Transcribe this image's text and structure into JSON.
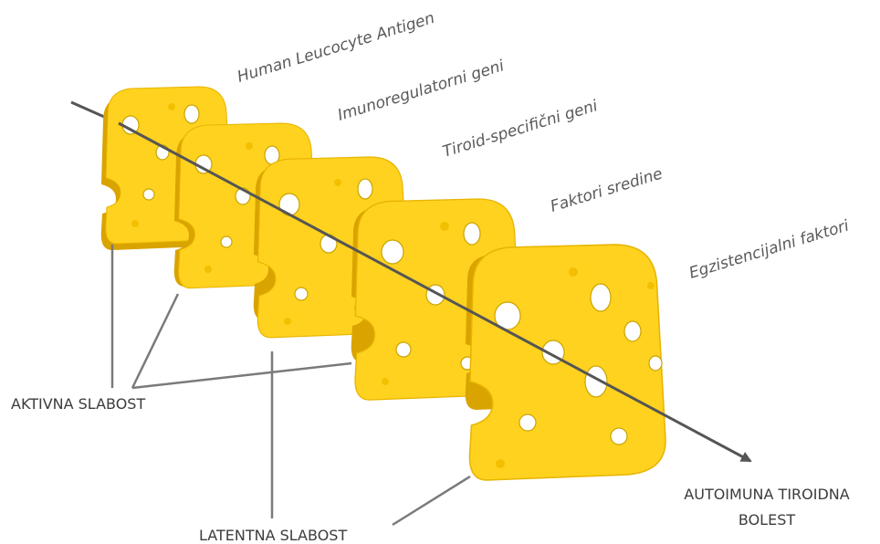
{
  "slices": [
    {
      "label": "Human Leucocyte Antigen"
    },
    {
      "label": "Imunoregulatorni geni"
    },
    {
      "label": "Tiroid-specifični geni"
    },
    {
      "label": "Faktori sredine"
    },
    {
      "label": "Egzistencijalni faktori"
    }
  ],
  "captions": {
    "active": "AKTIVNA SLABOST",
    "latent": "LATENTNA SLABOST",
    "outcome_line1": "AUTOIMUNA TIROIDNA",
    "outcome_line2": "BOLEST"
  },
  "colors": {
    "cheese": "#ffd21f",
    "cheese_rim": "#d9a300",
    "arrow": "#555555",
    "leader": "#7a7a7a"
  }
}
